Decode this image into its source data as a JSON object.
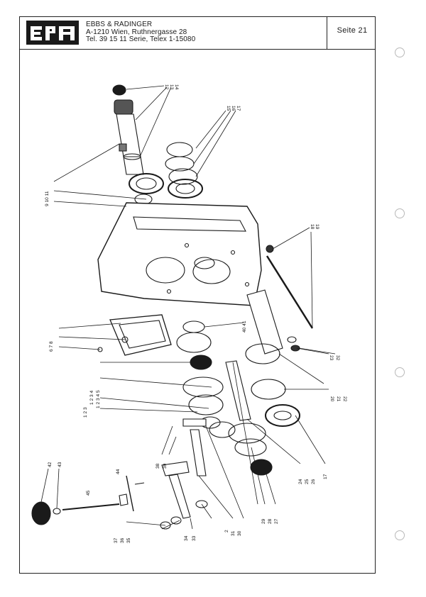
{
  "header": {
    "company_name": "EBBS & RADINGER",
    "address": "A-1210 Wien, Ruthnergasse 28",
    "contact": "Tel. 39 15 11 Serie, Telex 1-15080",
    "page_label": "Seite 21"
  },
  "logo": {
    "text": "era"
  },
  "diagram": {
    "description_hidden": "",
    "callouts": [
      "12",
      "13",
      "14",
      "15",
      "16",
      "17",
      "9 10 11",
      "18",
      "19",
      "6 7 8",
      "40 41",
      "1 2 3 4 5",
      "1 2 3 4",
      "1 2 3",
      "23",
      "32",
      "20",
      "21",
      "22",
      "42",
      "43",
      "44",
      "45",
      "38",
      "39",
      "37",
      "36",
      "35",
      "34",
      "33",
      "2",
      "31",
      "30",
      "29",
      "28",
      "27",
      "24",
      "25",
      "26",
      "17"
    ]
  },
  "colors": {
    "ink": "#1a1a1a",
    "paper": "#ffffff"
  }
}
